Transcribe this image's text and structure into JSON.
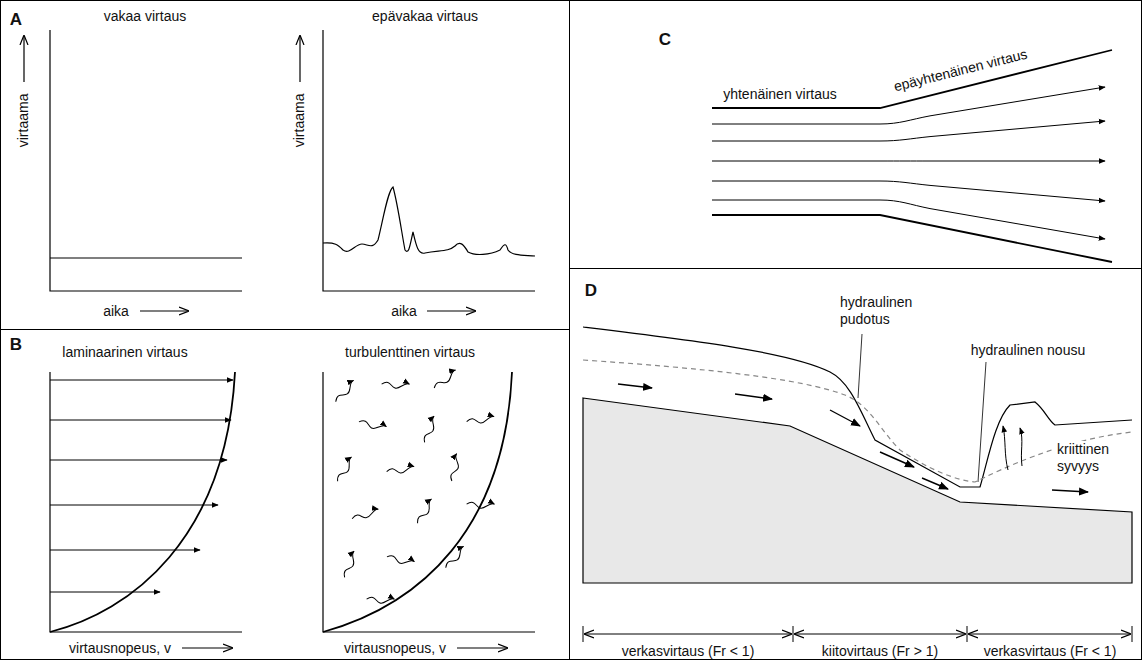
{
  "diagram": {
    "nodes": [
      {
        "text": [
          "A",
          "vakaa virtaus",
          "epävakaa virtaus",
          "virtaama",
          "aika",
          "virtaama",
          "aika"
        ]
      },
      {
        "text": [
          "B",
          "laminaarinen virtaus",
          "turbulenttinen virtaus",
          "virtausnopeus, v",
          "virtausnopeus, v"
        ]
      },
      {
        "text": [
          "C",
          "yhtenäinen virtaus",
          "epäyhtenäinen virtaus"
        ]
      },
      {
        "text": [
          "D",
          "hydraulinen pudotus",
          "hydraulinen nousu",
          "kriittinen syvyys",
          "verkasvirtaus (Fr < 1)",
          "kiitovirtaus (Fr > 1)",
          "verkasvirtaus (Fr < 1)"
        ]
      }
    ]
  }
}
